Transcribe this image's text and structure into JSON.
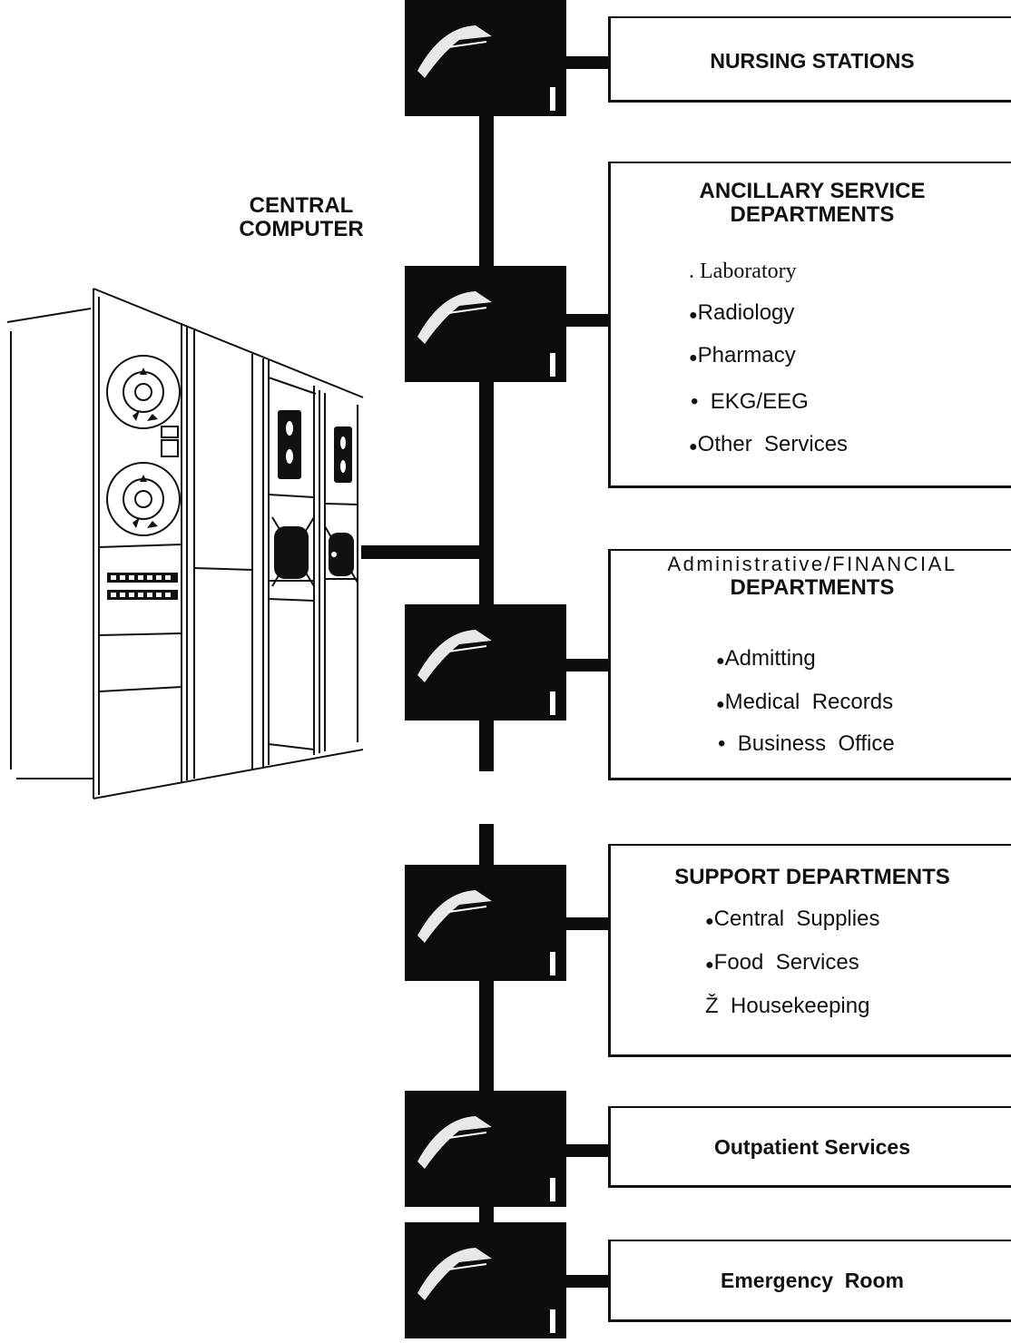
{
  "computer": {
    "label_line1": "CENTRAL",
    "label_line2": "COMPUTER"
  },
  "departments": [
    {
      "title": "NURSING STATIONS",
      "items": []
    },
    {
      "title_line1": "ANCILLARY SERVICE",
      "title_line2": "DEPARTMENTS",
      "items": [
        {
          "bullet": ".",
          "text": "Laboratory"
        },
        {
          "bullet": "●",
          "text": "Radiology"
        },
        {
          "bullet": "●",
          "text": "Pharmacy"
        },
        {
          "bullet": "•",
          "text": "EKG/EEG"
        },
        {
          "bullet": "●",
          "text": "Other  Services"
        }
      ]
    },
    {
      "title_line1": "Administrative/FINANCIAL",
      "title_line2": "DEPARTMENTS",
      "items": [
        {
          "bullet": "●",
          "text": "Admitting"
        },
        {
          "bullet": "●",
          "text": "Medical  Records"
        },
        {
          "bullet": "•",
          "text": "Business  Office"
        }
      ]
    },
    {
      "title": "SUPPORT DEPARTMENTS",
      "items": [
        {
          "bullet": "●",
          "text": "Central  Supplies"
        },
        {
          "bullet": "●",
          "text": "Food  Services"
        },
        {
          "bullet": "Ž",
          "text": "Housekeeping"
        }
      ]
    },
    {
      "title": "Outpatient Services",
      "items": []
    },
    {
      "title": "Emergency  Room",
      "items": []
    }
  ],
  "icons": {
    "terminal": "terminal-screen-icon",
    "computer": "mainframe-computer-icon"
  }
}
